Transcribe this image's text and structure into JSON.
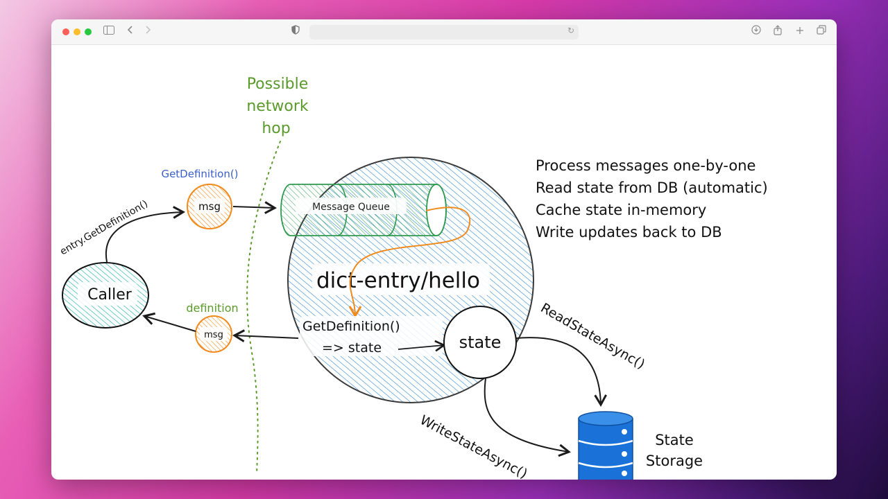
{
  "browser": {
    "toolbar_icons": [
      "sidebar-icon",
      "back-icon",
      "forward-icon",
      "shield-icon",
      "reload-icon",
      "download-icon",
      "share-icon",
      "new-tab-icon",
      "tabs-overview-icon"
    ]
  },
  "diagram": {
    "network_hop_label": [
      "Possible",
      "network",
      "hop"
    ],
    "get_definition_label": "GetDefinition()",
    "entry_call_label": "entry.GetDefinition()",
    "caller_label": "Caller",
    "msg_label": "msg",
    "definition_label": "definition",
    "queue_label": "Message Queue",
    "grain_label": "dict-entry/hello",
    "method_line1": "GetDefinition()",
    "method_line2": "=> state",
    "state_label": "state",
    "read_state_label": "ReadStateAsync()",
    "write_state_label": "WriteStateAsync()",
    "storage_label": [
      "State",
      "Storage"
    ],
    "notes": [
      "Process messages one-by-one",
      "Read state from DB (automatic)",
      "Cache state in-memory",
      "Write updates back to DB"
    ],
    "colors": {
      "green": "#5a9a2a",
      "blue_text": "#3a5fc8",
      "orange": "#f08a1c",
      "teal": "#2bb5b0",
      "hatch_blue": "#3a8fd8",
      "queue_green": "#2e9a4e",
      "storage_blue": "#1a72d8"
    }
  }
}
